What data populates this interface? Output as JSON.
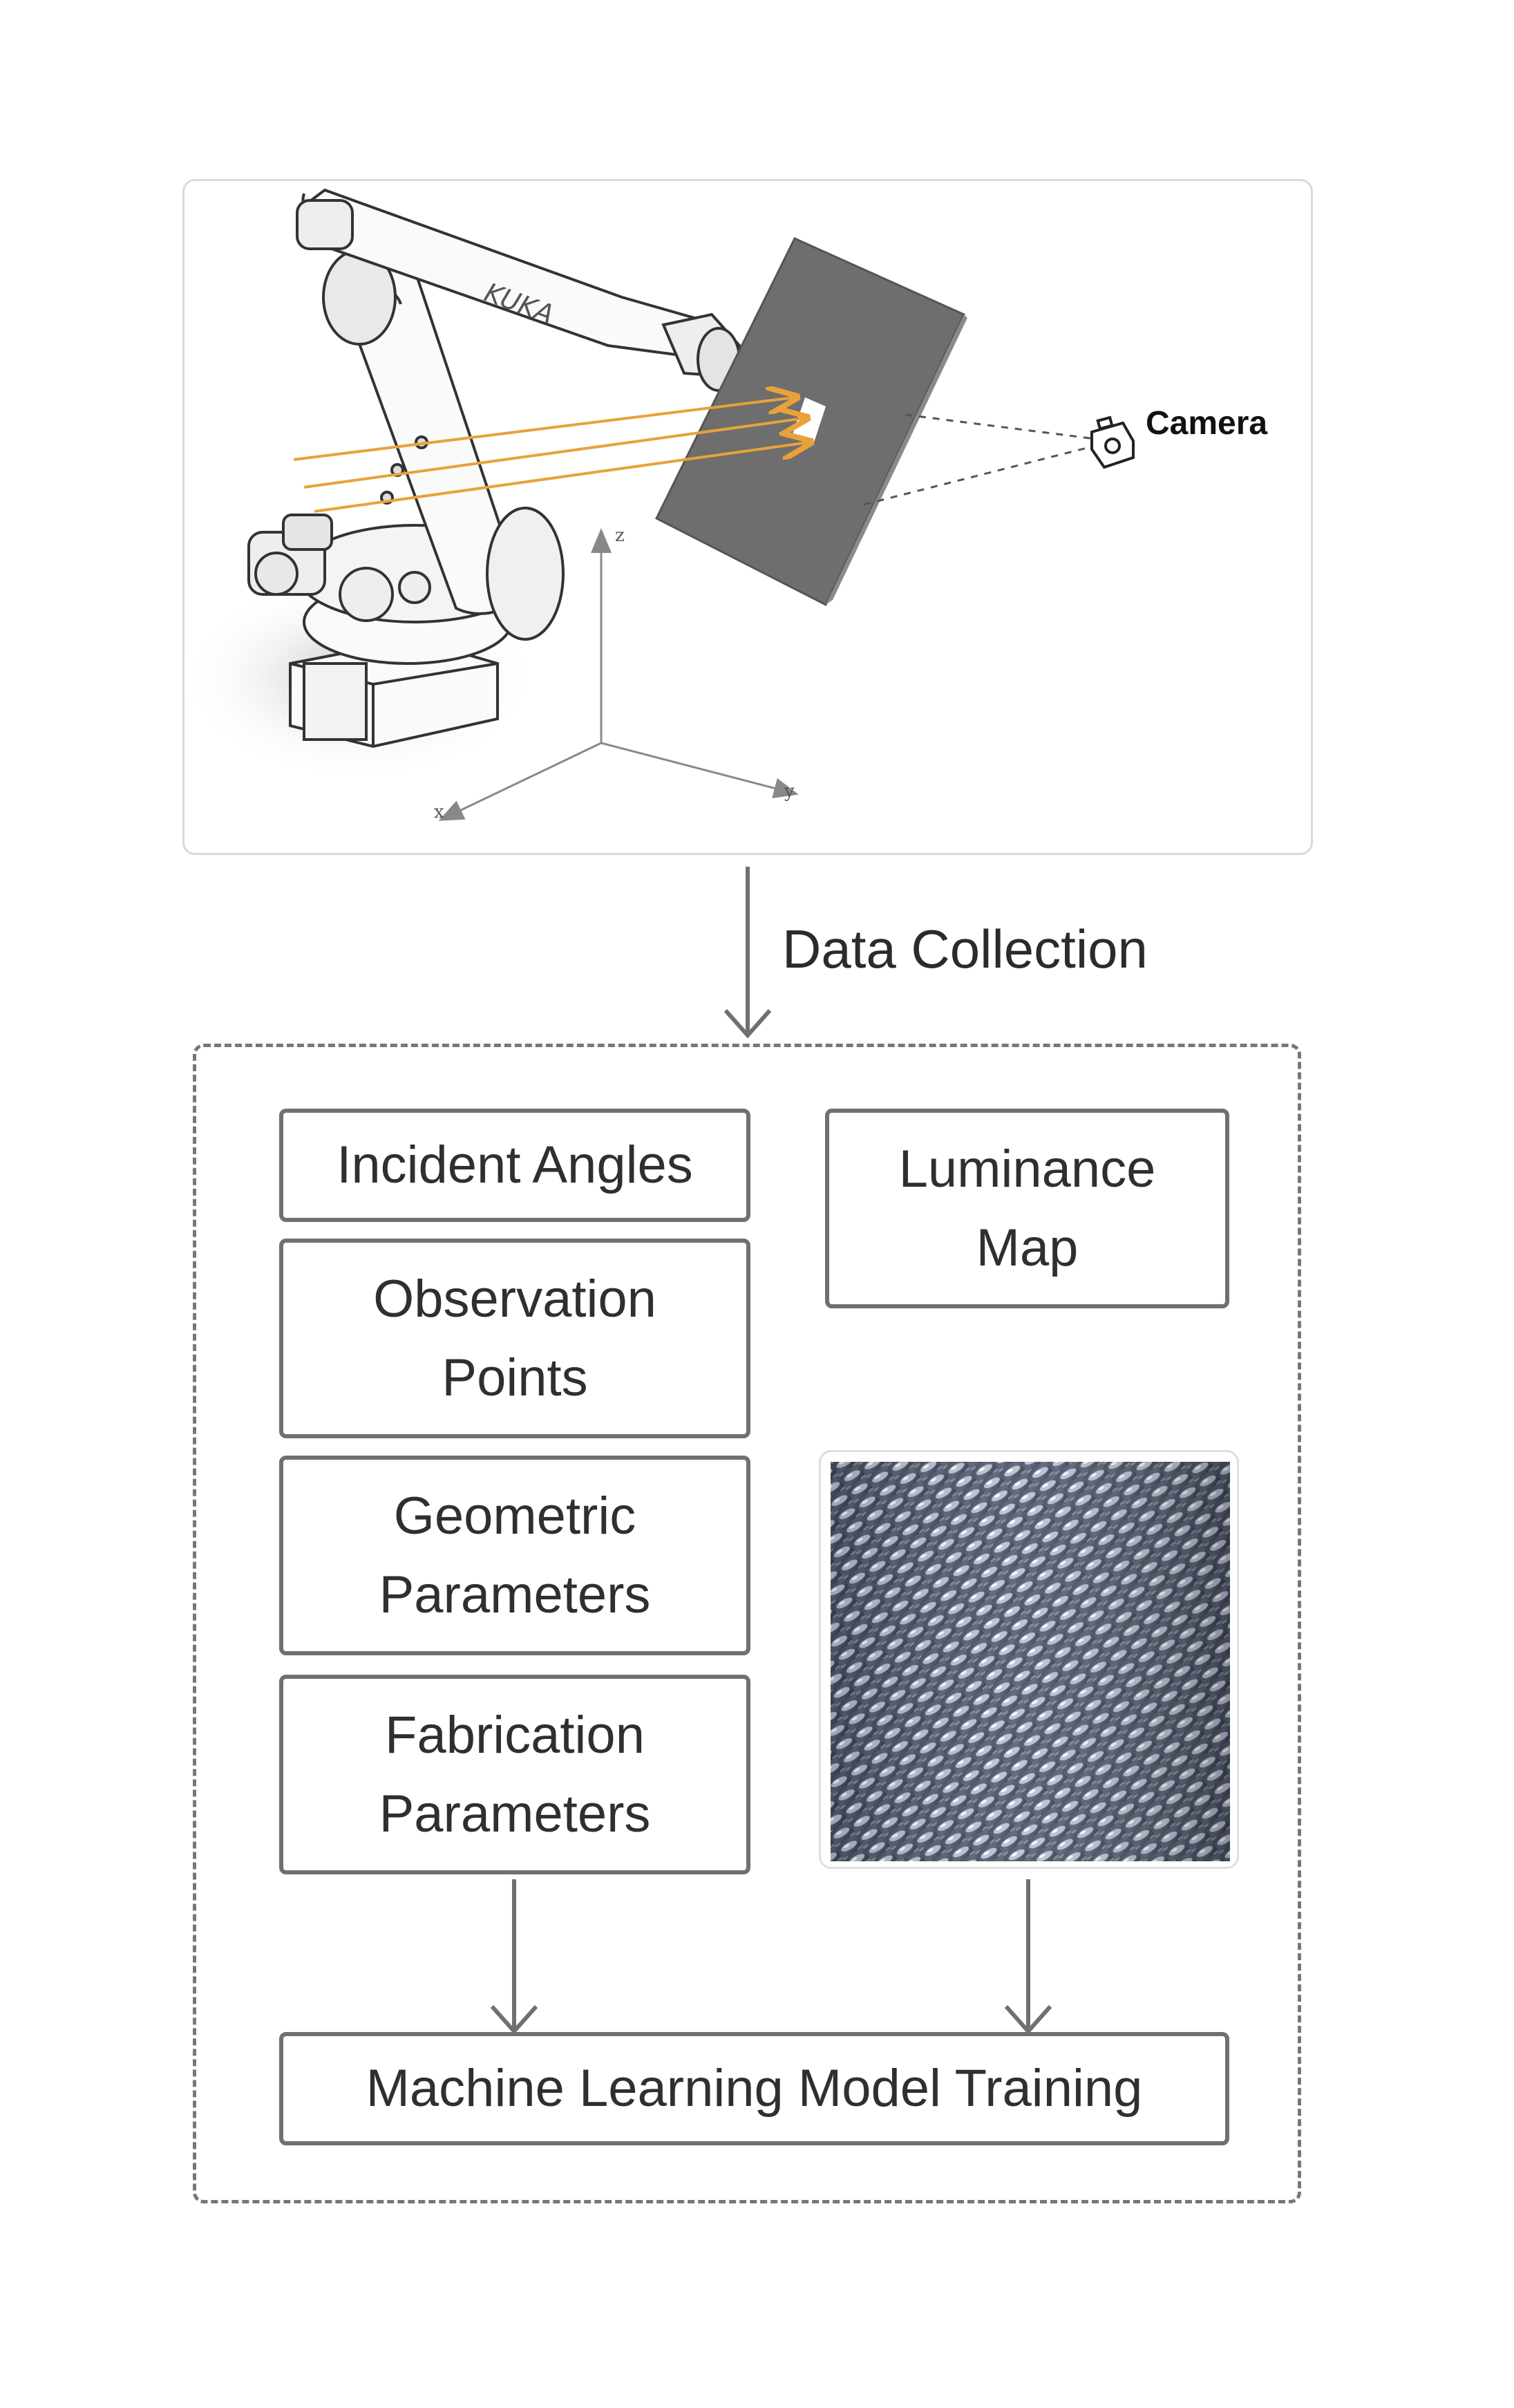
{
  "illustration": {
    "camera_label": "Camera",
    "robot_brand": "KUKA",
    "axis_labels": {
      "x": "x",
      "y": "y",
      "z": "z"
    },
    "light_ray_color": "#e8a23a",
    "panel_color": "#6e6e6e"
  },
  "flow": {
    "data_collection_label": "Data Collection"
  },
  "inputs": [
    {
      "lines": [
        "Incident Angles"
      ]
    },
    {
      "lines": [
        "Observation",
        "Points"
      ]
    },
    {
      "lines": [
        "Geometric",
        "Parameters"
      ]
    },
    {
      "lines": [
        "Fabrication",
        "Parameters"
      ]
    }
  ],
  "output": {
    "lines": [
      "Luminance",
      "Map"
    ]
  },
  "training": {
    "label": "Machine Learning Model Training"
  },
  "colors": {
    "box_border": "#707070",
    "arrow": "#707070",
    "dashed_border": "#777777"
  }
}
